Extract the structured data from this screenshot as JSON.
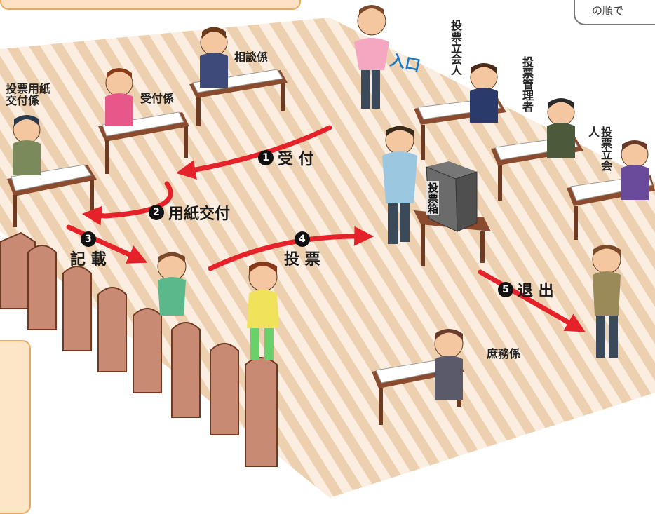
{
  "top_right_note": "の順で",
  "entrance_label": "入口",
  "roles": {
    "consultation": "相談係",
    "reception": "受付係",
    "ballot_issuer": "投票用紙\n交付係",
    "witness_1": "投票立会人",
    "manager": "投票管理者",
    "witness_2": "投票立会人",
    "general_affairs": "庶務係"
  },
  "steps": [
    {
      "num": "1",
      "label": "受 付"
    },
    {
      "num": "2",
      "label": "用紙交付"
    },
    {
      "num": "3",
      "label": "記 載"
    },
    {
      "num": "4",
      "label": "投 票"
    },
    {
      "num": "5",
      "label": "退 出"
    }
  ],
  "ballot_box_label": "投票箱",
  "colors": {
    "floor_light": "#fbeee0",
    "floor_stripe": "#e9c9a4",
    "arrow": "#e5222a",
    "entrance": "#1a78c8",
    "booth": "#c98a74"
  }
}
